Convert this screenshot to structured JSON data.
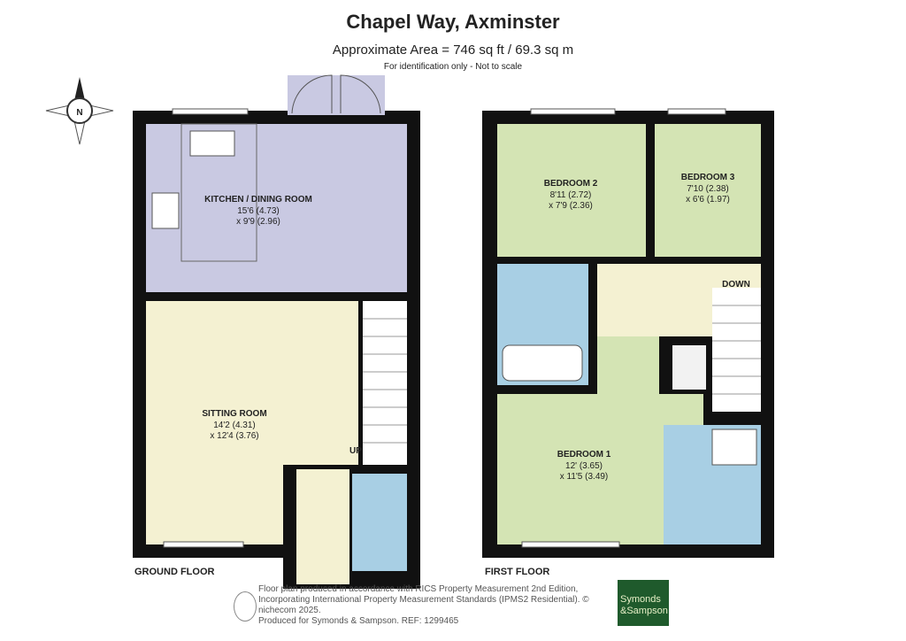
{
  "header": {
    "title": "Chapel Way, Axminster",
    "area": "Approximate Area = 746 sq ft / 69.3 sq m",
    "note": "For identification only - Not to scale"
  },
  "compass": {
    "label": "N"
  },
  "colors": {
    "kitchen": "#c9c9e2",
    "living": "#f4f1d2",
    "bedroom": "#d4e4b4",
    "bathroom": "#a8cfe4",
    "wall": "#111111",
    "brand": "#1f5a2c"
  },
  "ground_floor": {
    "label": "GROUND FLOOR",
    "rooms": [
      {
        "name": "KITCHEN / DINING ROOM",
        "dim1": "15'6 (4.73)",
        "dim2": "x 9'9 (2.96)"
      },
      {
        "name": "SITTING ROOM",
        "dim1": "14'2 (4.31)",
        "dim2": "x 12'4 (3.76)"
      }
    ],
    "stairs_label": "UP"
  },
  "first_floor": {
    "label": "FIRST FLOOR",
    "rooms": [
      {
        "name": "BEDROOM 2",
        "dim1": "8'11 (2.72)",
        "dim2": "x 7'9 (2.36)"
      },
      {
        "name": "BEDROOM 3",
        "dim1": "7'10 (2.38)",
        "dim2": "x 6'6 (1.97)"
      },
      {
        "name": "BEDROOM  1",
        "dim1": "12' (3.65)",
        "dim2": "x 11'5 (3.49)"
      }
    ],
    "stairs_label": "DOWN"
  },
  "footer": {
    "line1": "Floor plan produced in accordance with RICS Property Measurement 2nd Edition,",
    "line2": "Incorporating International Property Measurement Standards (IPMS2 Residential).   © nichecom 2025.",
    "line3": "Produced for Symonds & Sampson.   REF:  1299465",
    "logo_line1": "Symonds",
    "logo_line2": "&Sampson"
  }
}
